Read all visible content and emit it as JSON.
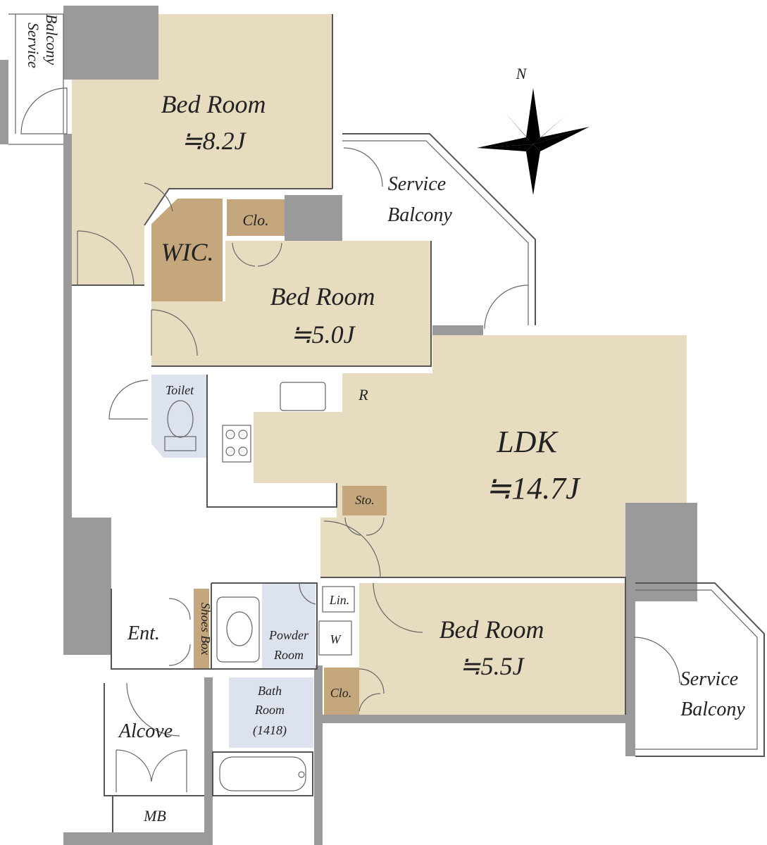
{
  "labels": {
    "bed1_name": "Bed Room",
    "bed1_size": "≒8.2J",
    "bed2_name": "Bed Room",
    "bed2_size": "≒5.0J",
    "bed3_name": "Bed Room",
    "bed3_size": "≒5.5J",
    "ldk_name": "LDK",
    "ldk_size": "≒14.7J",
    "wic": "WIC.",
    "clo_top": "Clo.",
    "clo_bottom": "Clo.",
    "toilet": "Toilet",
    "r": "R",
    "sto": "Sto.",
    "lin": "Lin.",
    "w": "W",
    "ent": "Ent.",
    "shoes_box": "Shoes Box",
    "powder_line1": "Powder",
    "powder_line2": "Room",
    "bath_line1": "Bath",
    "bath_line2": "Room",
    "bath_line3": "(1418)",
    "alcove": "Alcove",
    "mb": "MB",
    "sb_topleft_line1": "Service",
    "sb_topleft_line2": "Balcony",
    "sb_mid_line1": "Service",
    "sb_mid_line2": "Balcony",
    "sb_right_line1": "Service",
    "sb_right_line2": "Balcony",
    "compass_n": "N"
  },
  "colors": {
    "room": "#e7dcc0",
    "storage": "#c4a77c",
    "wet": "#dde3ee",
    "wall": "#9a9a9a"
  }
}
